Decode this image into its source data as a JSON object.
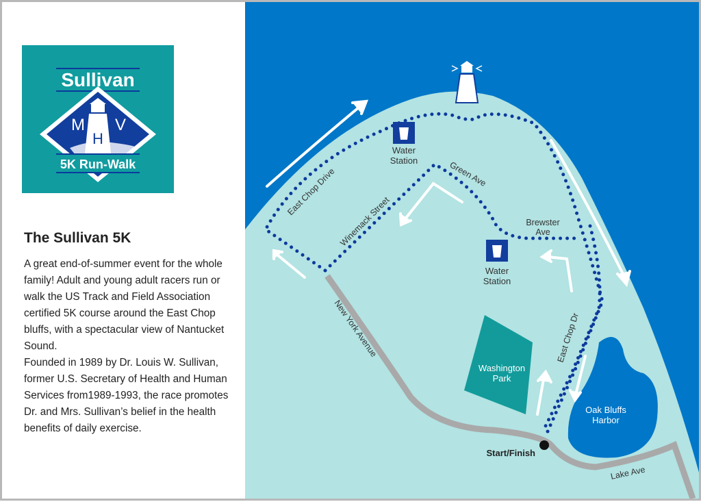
{
  "logo": {
    "top": "Sullivan",
    "letters": [
      "M",
      "V",
      "H"
    ],
    "bottom": "5K Run-Walk"
  },
  "info": {
    "title": "The Sullivan 5K",
    "paragraph1": "A great end-of-summer event for the whole family! Adult and young adult racers run or walk the US Track and Field Association certified 5K course around the East Chop bluffs, with a spectacular view of Nantucket Sound.",
    "paragraph2": "Founded in 1989 by Dr. Louis W. Sullivan, former U.S. Secretary of Health and Human Services from1989-1993, the race promotes Dr. and Mrs. Sullivan’s belief in the health benefits of daily exercise."
  },
  "map": {
    "streets": {
      "east_chop_drive": "East Chop Drive",
      "winemack": "Winemack Street",
      "green": "Green Ave",
      "brewster1": "Brewster",
      "brewster2": "Ave",
      "east_chop_dr": "East Chop Dr",
      "new_york": "New York Avenue",
      "lake": "Lake Ave"
    },
    "water_station_1": [
      "Water",
      "Station"
    ],
    "water_station_2": [
      "Water",
      "Station"
    ],
    "park": [
      "Washington",
      "Park"
    ],
    "harbor": [
      "Oak Bluffs",
      "Harbor"
    ],
    "start_finish": "Start/Finish",
    "colors": {
      "water": "#0077c8",
      "land": "#b3e3e3",
      "route": "#0c3a9c",
      "park": "#139b9b",
      "road": "#a9a9a9"
    }
  }
}
